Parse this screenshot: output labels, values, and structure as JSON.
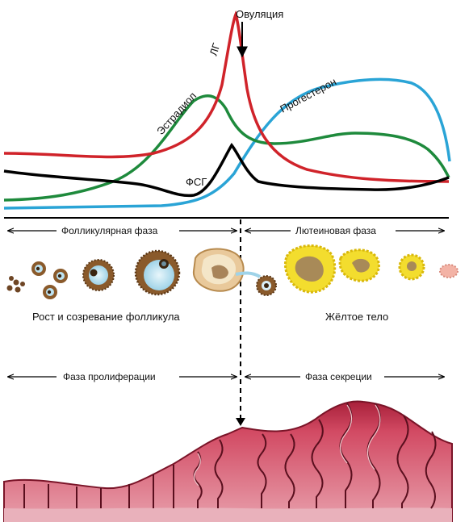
{
  "hormones": {
    "lh": "ЛГ",
    "estradiol": "Эстрадиол",
    "progesterone": "Прогестерон",
    "fsh": "ФСГ",
    "ovulation": "Овуляция"
  },
  "phases": {
    "follicular": "Фолликулярная фаза",
    "luteal": "Лютеиновая фаза",
    "proliferation": "Фаза пролиферации",
    "secretion": "Фаза секреции"
  },
  "ovary": {
    "follicle_growth": "Рост и созревание фолликула",
    "corpus_luteum": "Жёлтое тело"
  },
  "colors": {
    "lh": "#d0232a",
    "estradiol": "#1e8a3c",
    "progesterone": "#2aa4d6",
    "fsh": "#000000",
    "endometrium": "#c9425a",
    "follicle": "#8a5a2b",
    "corpus_luteum": "#f3dd2e"
  }
}
